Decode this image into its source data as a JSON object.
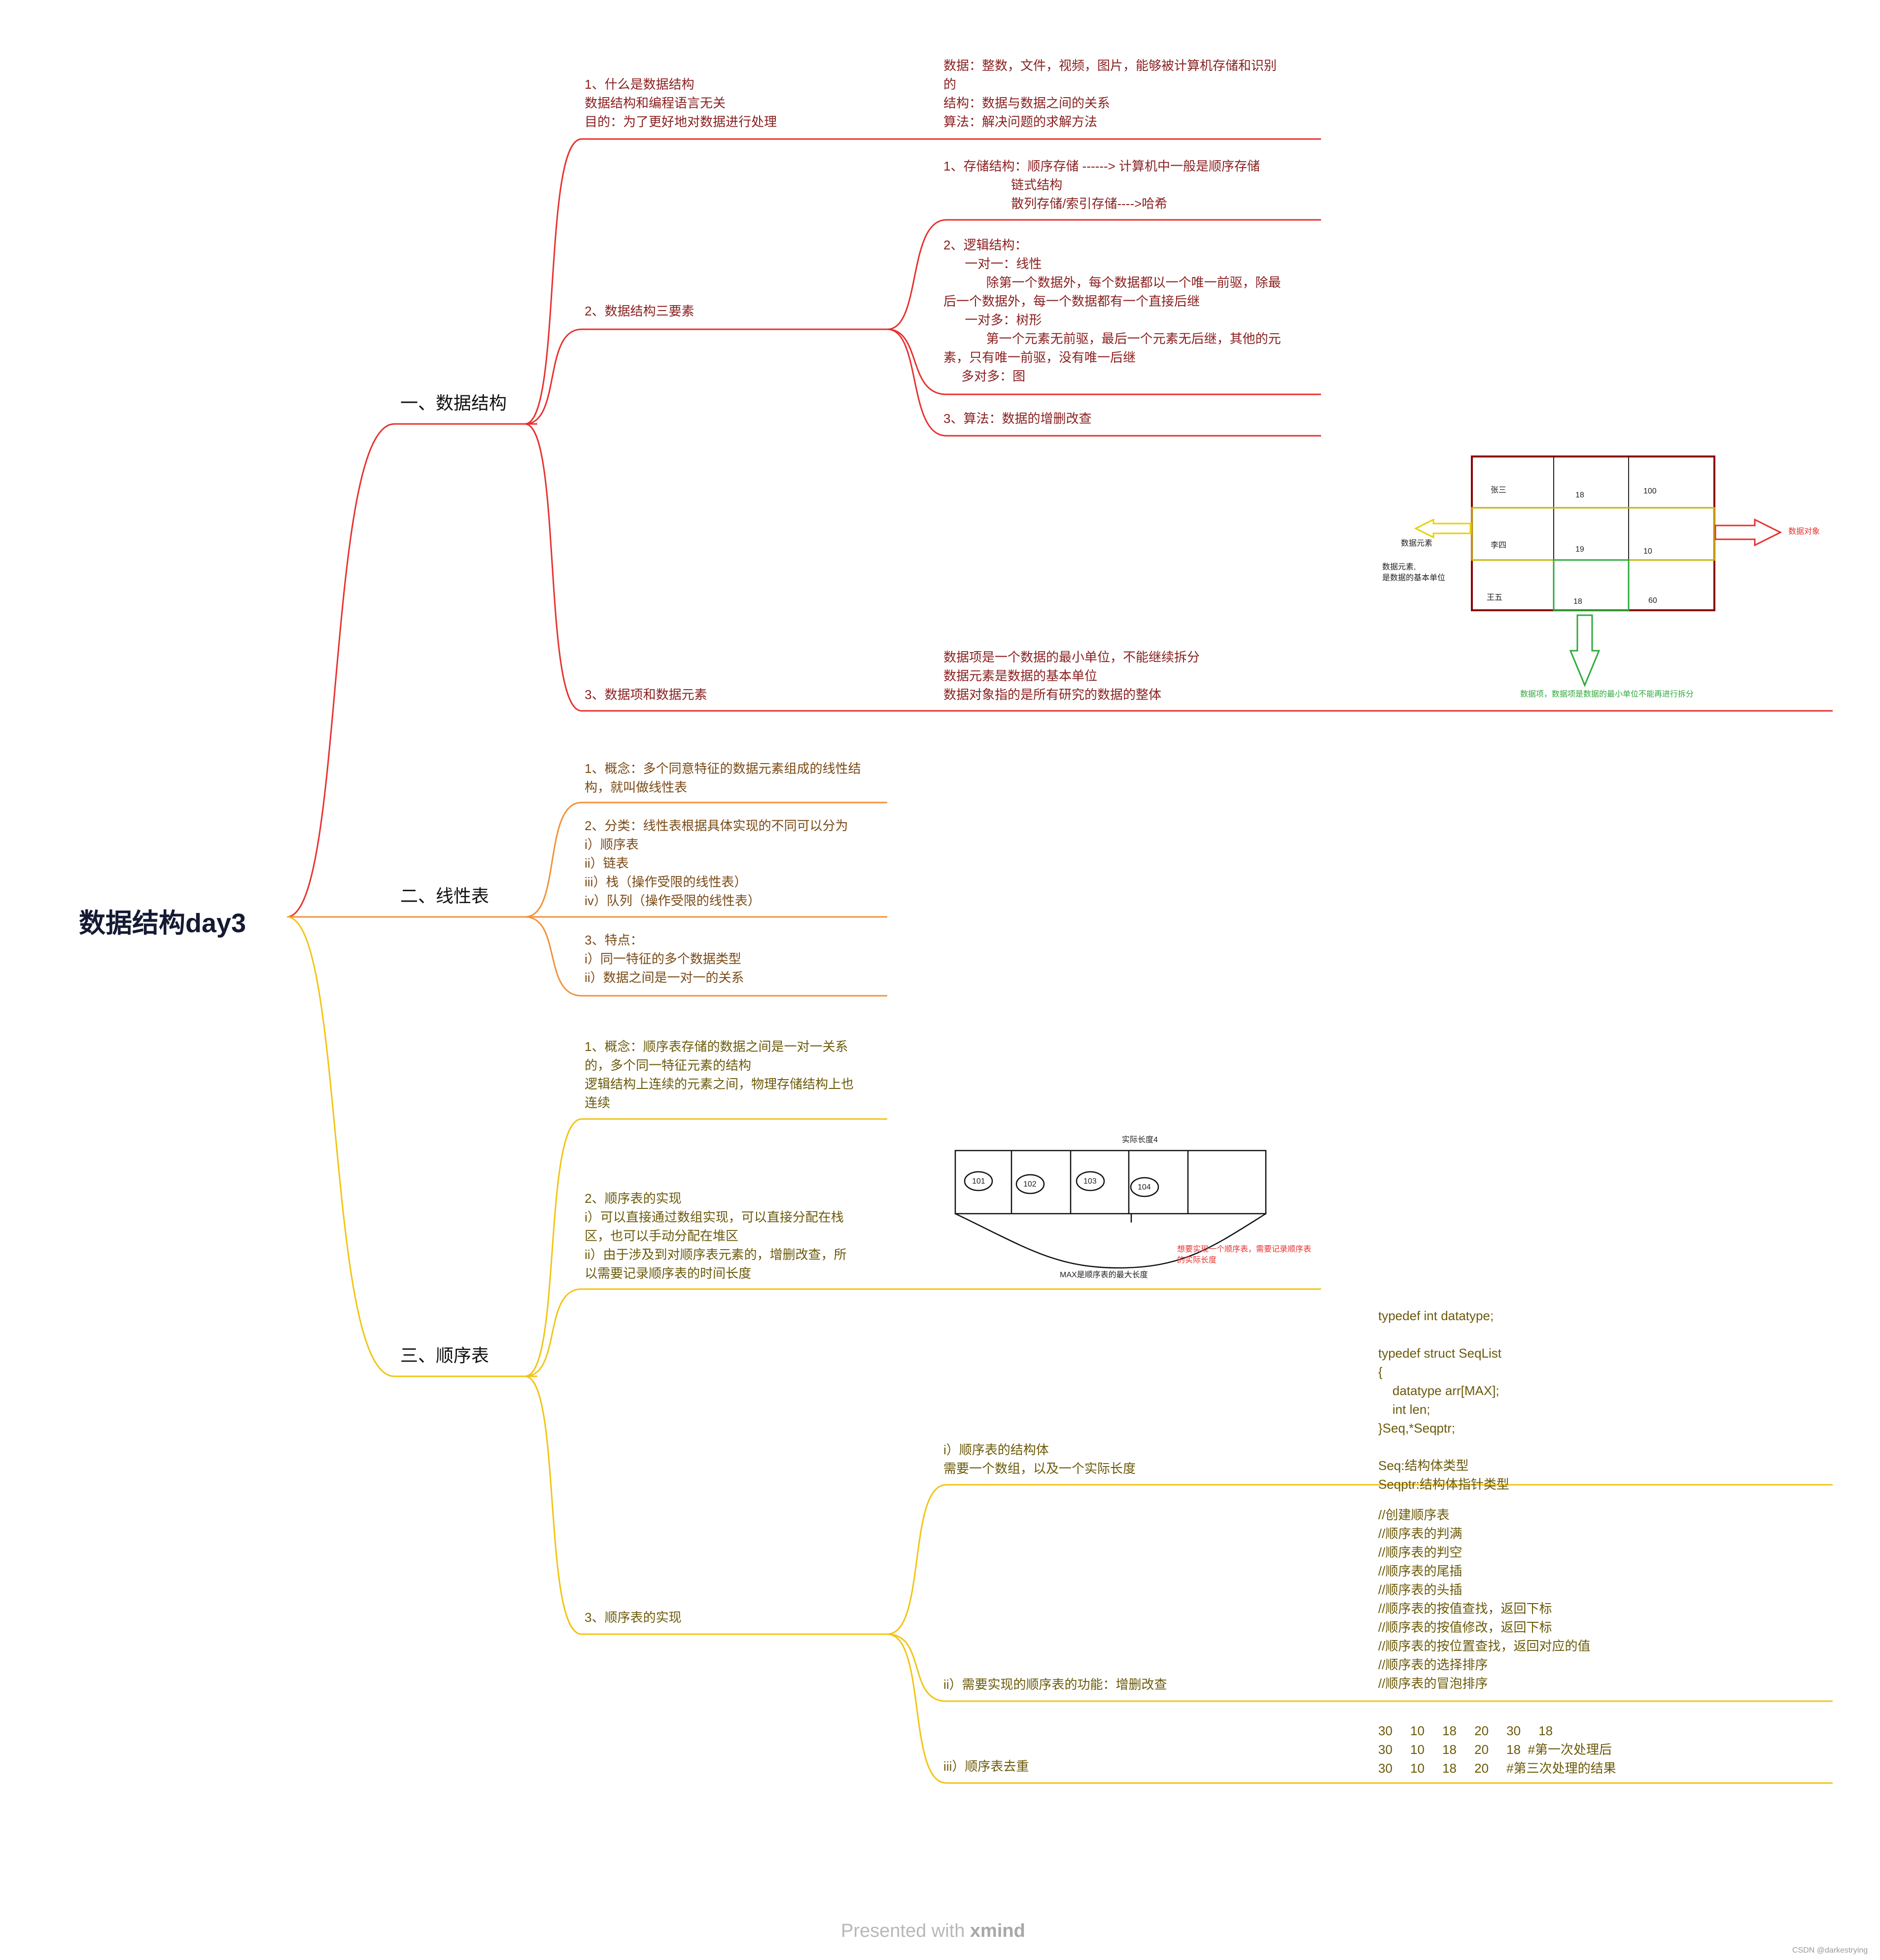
{
  "root": {
    "title": "数据结构day3"
  },
  "colors": {
    "red": "#e8312f",
    "orange": "#f2913a",
    "yellow": "#f2c414",
    "green": "#2eaa3c"
  },
  "s1": {
    "title": "一、数据结构",
    "n1": "1、什么是数据结构\n数据结构和编程语言无关\n目的：为了更好地对数据进行处理",
    "n1_detail": "数据：整数，文件，视频，图片，能够被计算机存储和识别\n的\n结构：数据与数据之间的关系\n算法：解决问题的求解方法",
    "n2": "2、数据结构三要素",
    "n2_storage": "1、存储结构：顺序存储 ------> 计算机中一般是顺序存储\n                   链式结构\n                   散列存储/索引存储---->哈希",
    "n2_logic": "2、逻辑结构：\n      一对一：线性\n            除第一个数据外，每个数据都以一个唯一前驱，除最\n后一个数据外，每一个数据都有一个直接后继\n      一对多：树形\n            第一个元素无前驱，最后一个元素无后继，其他的元\n素，只有唯一前驱，没有唯一后继\n     多对多：图",
    "n2_algo": "3、算法：数据的增删改查",
    "n3": "3、数据项和数据元素",
    "n3_detail": "数据项是一个数据的最小单位，不能继续拆分\n数据元素是数据的基本单位\n数据对象指的是所有研究的数据的整体",
    "table": {
      "rows": [
        [
          "张三",
          "18",
          "100"
        ],
        [
          "李四",
          "19",
          "10"
        ],
        [
          "王五",
          "18",
          "60"
        ]
      ],
      "label_element": "数据元素",
      "label_element_note": "数据元素,\n是数据的基本单位",
      "label_object": "数据对象",
      "label_item": "数据项，数据项是数据的最小单位不能再进行拆分"
    }
  },
  "s2": {
    "title": "二、线性表",
    "n1": "1、概念：多个同意特征的数据元素组成的线性结\n构，就叫做线性表",
    "n2": "2、分类：线性表根据具体实现的不同可以分为\ni）顺序表\nii）链表\niii）栈（操作受限的线性表）\niv）队列（操作受限的线性表）",
    "n3": "3、特点：\ni）同一特征的多个数据类型\nii）数据之间是一对一的关系"
  },
  "s3": {
    "title": "三、顺序表",
    "n1": "1、概念：顺序表存储的数据之间是一对一关系\n的，多个同一特征元素的结构\n逻辑结构上连续的元素之间，物理存储结构上也\n连续",
    "n2": "2、顺序表的实现\ni）可以直接通过数组实现，可以直接分配在栈\n区，也可以手动分配在堆区\nii）由于涉及到对顺序表元素的，增删改查，所\n以需要记录顺序表的时间长度",
    "array": {
      "cells": [
        "101",
        "102",
        "103",
        "104"
      ],
      "top_label": "实际长度4",
      "bottom_label": "MAX是顺序表的最大长度",
      "note": "想要实现一个顺序表，需要记录顺序表\n的实际长度"
    },
    "n3": "3、顺序表的实现",
    "c1": "i）顺序表的结构体\n需要一个数组，以及一个实际长度",
    "c1_code": "typedef int datatype;\n\ntypedef struct SeqList\n{\n    datatype arr[MAX];\n    int len;\n}Seq,*Seqptr;\n\nSeq:结构体类型\nSeqptr:结构体指针类型",
    "c2": "ii）需要实现的顺序表的功能：增删改查",
    "c2_code": "//创建顺序表\n//顺序表的判满\n//顺序表的判空\n//顺序表的尾插\n//顺序表的头插\n//顺序表的按值查找，返回下标\n//顺序表的按值修改，返回下标\n//顺序表的按位置查找，返回对应的值\n//顺序表的选择排序\n//顺序表的冒泡排序",
    "c3": "iii）顺序表去重",
    "c3_code": "30     10     18     20     30     18\n30     10     18     20     18  #第一次处理后\n30     10     18     20     #第三次处理的结果"
  },
  "watermark": {
    "prefix": "Presented with ",
    "brand": "xmind"
  },
  "credit": "CSDN @darkestrying"
}
